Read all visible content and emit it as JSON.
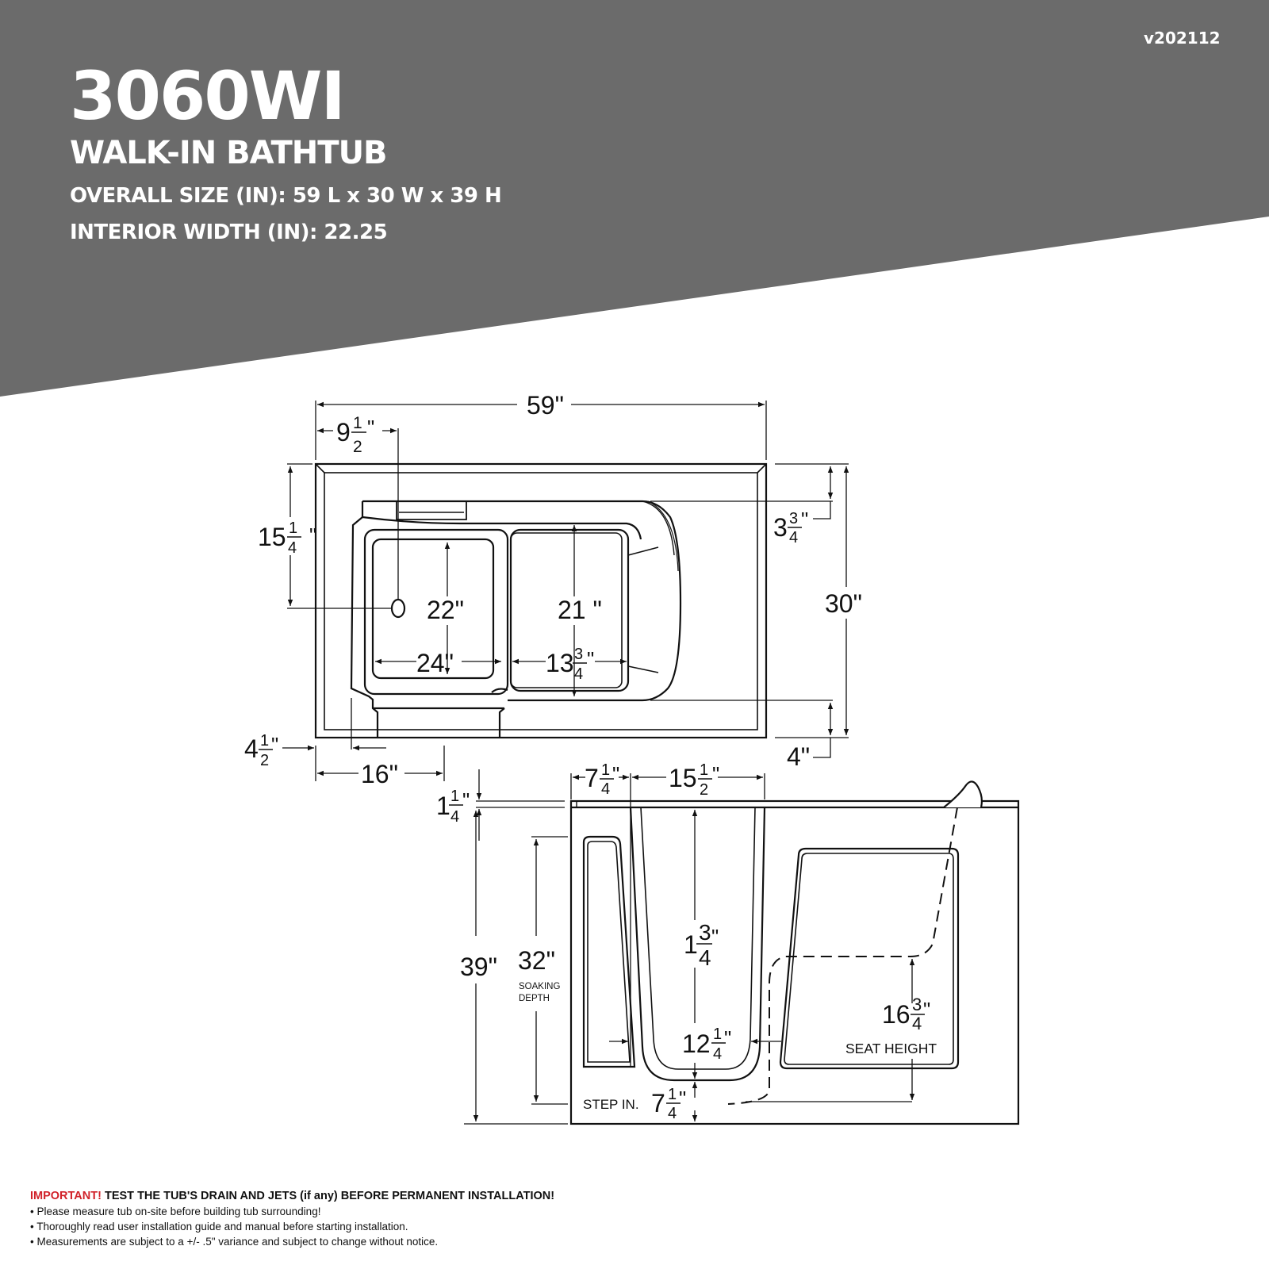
{
  "header": {
    "version": "v202112",
    "model": "3060WI",
    "subtitle": "WALK-IN BATHTUB",
    "overall_size": "OVERALL SIZE (IN): 59 L x 30 W x 39 H",
    "interior_width": "INTERIOR WIDTH (IN): 22.25",
    "band_color": "#6b6b6b"
  },
  "top_view": {
    "overall_length": "59\"",
    "drain_offset_x": {
      "whole": "9",
      "num": "1",
      "den": "2",
      "unit": "\""
    },
    "drain_offset_y": {
      "whole": "15",
      "num": "1",
      "den": "4",
      "unit": "\""
    },
    "basin_depth_left": "22\"",
    "basin_depth_right": "21 \"",
    "basin_width_left": "24\"",
    "basin_width_right": {
      "whole": "13",
      "num": "3",
      "den": "4",
      "unit": "\""
    },
    "top_rim": {
      "whole": "3",
      "num": "3",
      "den": "4",
      "unit": "\""
    },
    "overall_width": "30\"",
    "bottom_rim": "4\"",
    "door_offset": {
      "whole": "4",
      "num": "1",
      "den": "2",
      "unit": "\""
    },
    "door_width": "16\""
  },
  "side_view": {
    "rim_thickness": {
      "whole": "1",
      "num": "1",
      "den": "4",
      "unit": "\""
    },
    "door_frame": {
      "whole": "7",
      "num": "1",
      "den": "4",
      "unit": "\""
    },
    "door_opening_top": {
      "whole": "15",
      "num": "1",
      "den": "2",
      "unit": "\""
    },
    "overall_height": "39\"",
    "soaking_depth": "32\"",
    "soaking_label_1": "SOAKING",
    "soaking_label_2": "DEPTH",
    "door_height": {
      "whole": "1",
      "num": "3",
      "den": "4",
      "unit": "\""
    },
    "door_opening_bottom": {
      "whole": "12",
      "num": "1",
      "den": "4",
      "unit": "\""
    },
    "step_in_label": "STEP IN.",
    "step_in": {
      "whole": "7",
      "num": "1",
      "den": "4",
      "unit": "\""
    },
    "seat_height": {
      "whole": "16",
      "num": "3",
      "den": "4",
      "unit": "\""
    },
    "seat_height_label": "SEAT HEIGHT"
  },
  "notes": {
    "important_label": "IMPORTANT!",
    "important_text": " TEST THE TUB'S DRAIN AND JETS (if any) BEFORE PERMANENT INSTALLATION!",
    "items": [
      "• Please measure tub on-site before building tub surrounding!",
      "• Thoroughly read user installation guide and manual before starting installation.",
      "• Measurements are subject to a +/- .5\" variance and subject to change without notice."
    ],
    "accent_color": "#d1222a"
  }
}
